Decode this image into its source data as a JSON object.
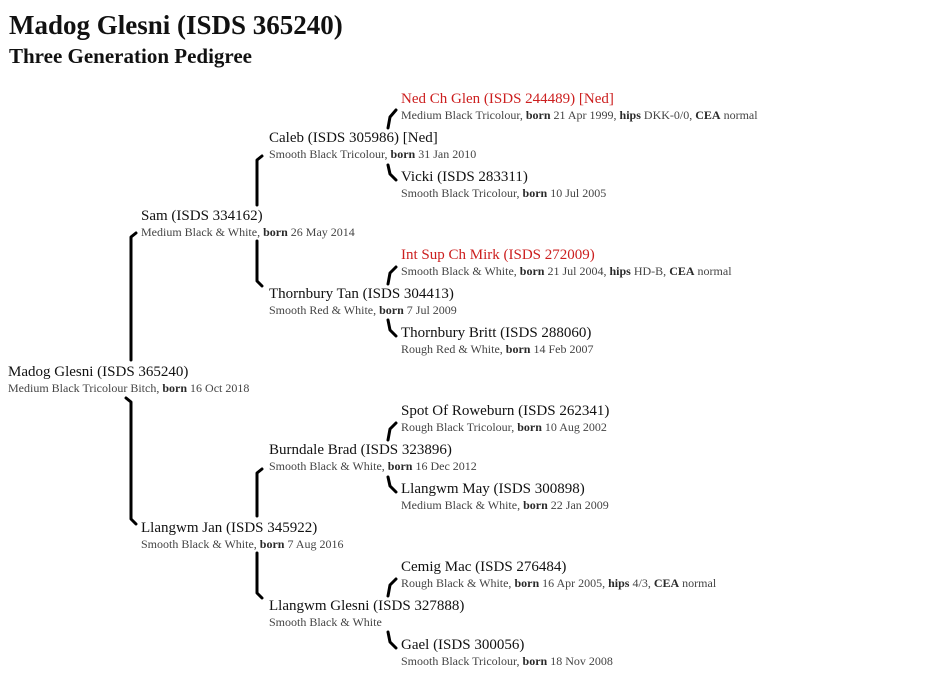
{
  "page": {
    "title": "Madog Glesni (ISDS 365240)",
    "subtitle": "Three Generation Pedigree"
  },
  "labels": {
    "born": "born",
    "hips": "hips",
    "cea": "CEA"
  },
  "colors": {
    "champion_name": "#cc1f1f",
    "text": "#111111",
    "detail": "#444444"
  },
  "dogs": {
    "subject": {
      "name": "Madog Glesni (ISDS 365240)",
      "desc": "Medium Black Tricolour Bitch,",
      "born": "16 Oct 2018"
    },
    "sire": {
      "name": "Sam (ISDS 334162)",
      "desc": "Medium Black & White,",
      "born": "26 May 2014"
    },
    "dam": {
      "name": "Llangwm Jan (ISDS 345922)",
      "desc": "Smooth Black & White,",
      "born": "7 Aug 2016"
    },
    "ss": {
      "name": "Caleb (ISDS 305986) [Ned]",
      "desc": "Smooth Black Tricolour,",
      "born": "31 Jan 2010"
    },
    "sd": {
      "name": "Thornbury Tan (ISDS 304413)",
      "desc": "Smooth Red & White,",
      "born": "7 Jul 2009"
    },
    "ds": {
      "name": "Burndale Brad (ISDS 323896)",
      "desc": "Smooth Black & White,",
      "born": "16 Dec 2012"
    },
    "dd": {
      "name": "Llangwm Glesni (ISDS 327888)",
      "desc": "Smooth Black & White"
    },
    "sss": {
      "name": "Ned Ch Glen (ISDS 244489) [Ned]",
      "desc": "Medium Black Tricolour,",
      "born": "21 Apr 1999,",
      "hips": "DKK-0/0,",
      "cea": "normal"
    },
    "ssd": {
      "name": "Vicki (ISDS 283311)",
      "desc": "Smooth Black Tricolour,",
      "born": "10 Jul 2005"
    },
    "sds": {
      "name": "Int Sup Ch Mirk (ISDS 272009)",
      "desc": "Smooth Black & White,",
      "born": "21 Jul 2004,",
      "hips": "HD-B,",
      "cea": "normal"
    },
    "sdd": {
      "name": "Thornbury Britt (ISDS 288060)",
      "desc": "Rough Red & White,",
      "born": "14 Feb 2007"
    },
    "dss": {
      "name": "Spot Of Roweburn (ISDS 262341)",
      "desc": "Rough Black Tricolour,",
      "born": "10 Aug 2002"
    },
    "dsd": {
      "name": "Llangwm May (ISDS 300898)",
      "desc": "Medium Black & White,",
      "born": "22 Jan 2009"
    },
    "dds": {
      "name": "Cemig Mac (ISDS 276484)",
      "desc": "Rough Black & White,",
      "born": "16 Apr 2005,",
      "hips": "4/3,",
      "cea": "normal"
    },
    "ddd": {
      "name": "Gael (ISDS 300056)",
      "desc": "Smooth Black Tricolour,",
      "born": "18 Nov 2008"
    }
  }
}
